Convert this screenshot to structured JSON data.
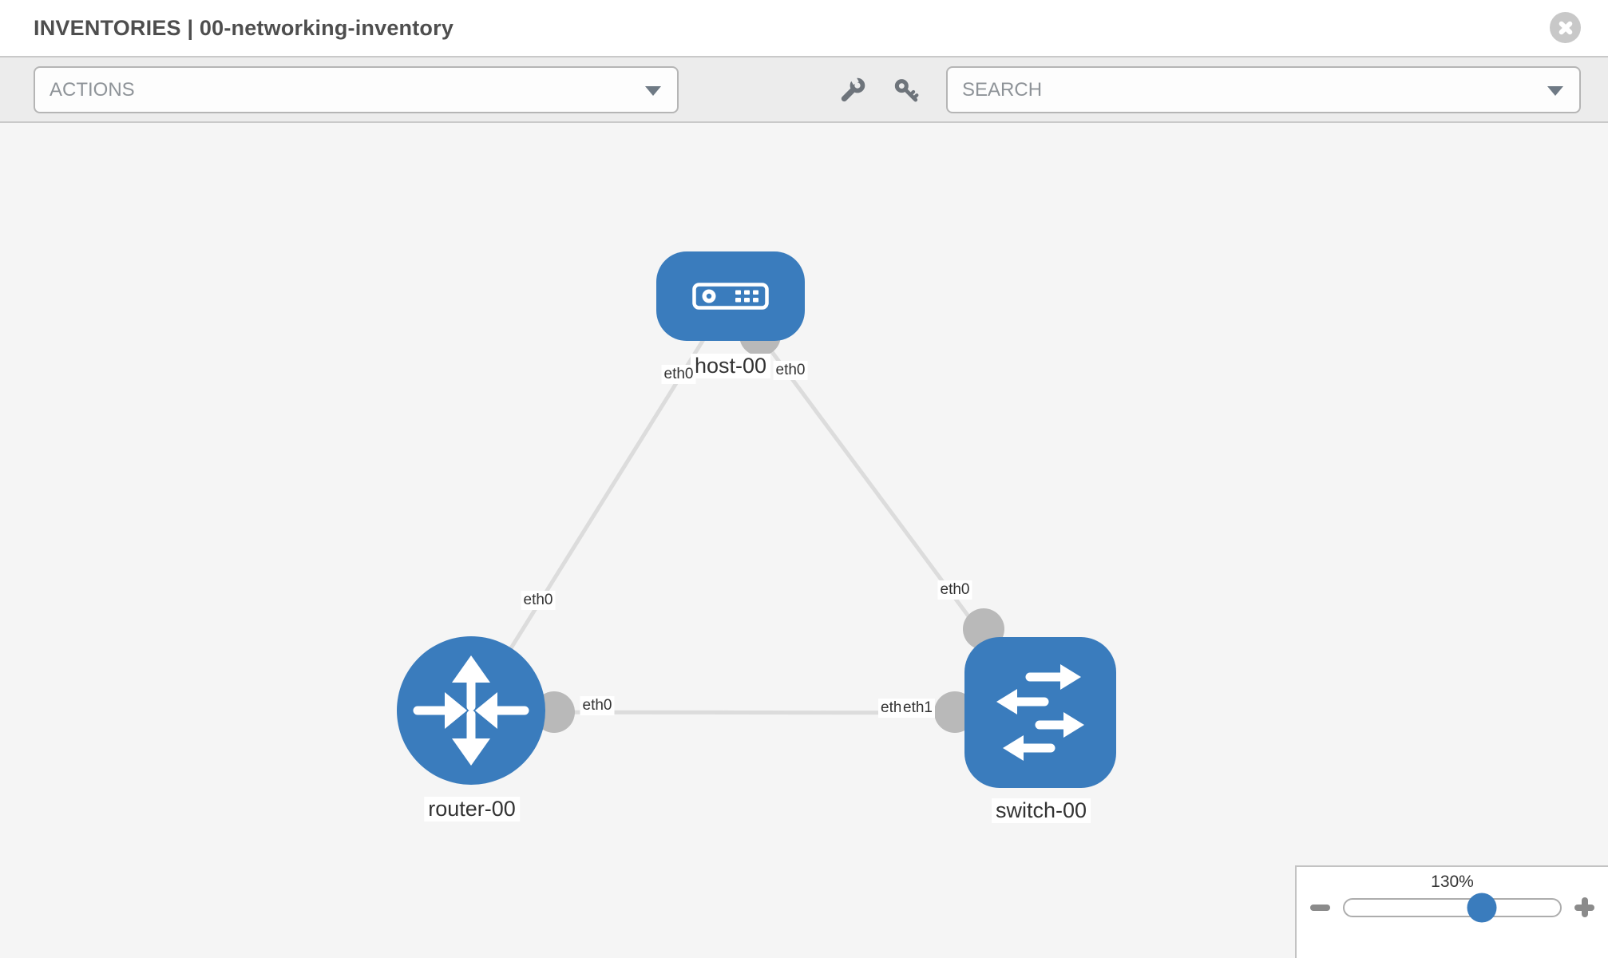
{
  "header": {
    "title": "INVENTORIES | 00-networking-inventory"
  },
  "toolbar": {
    "actions_label": "ACTIONS",
    "search_placeholder": "SEARCH"
  },
  "topology": {
    "nodes": [
      {
        "label": "host-00",
        "type": "host"
      },
      {
        "label": "router-00",
        "type": "router"
      },
      {
        "label": "switch-00",
        "type": "switch"
      }
    ],
    "links": [
      {
        "from": "host-00",
        "to": "router-00",
        "from_interface": "eth0",
        "to_interface": "eth0"
      },
      {
        "from": "host-00",
        "to": "switch-00",
        "from_interface": "eth0",
        "to_interface": "eth0"
      },
      {
        "from": "router-00",
        "to": "switch-00",
        "from_interface": "eth0",
        "to_interface": "eth1"
      }
    ],
    "interfaces": {
      "host_router_at_host": "eth0",
      "host_router_at_router": "eth0",
      "host_switch_at_host": "eth0",
      "host_switch_at_switch": "eth0",
      "router_switch_at_router": "eth0",
      "router_switch_at_switch_back": "eth0",
      "router_switch_at_switch_front": "eth1"
    }
  },
  "zoom_control": {
    "value": "130%"
  },
  "colors": {
    "node_blue": "#3a7cbd",
    "connector_gray": "#b9b9b9",
    "edge_gray": "#dcdcdc",
    "toolbar_bg": "#ececec",
    "canvas_bg": "#f5f5f5"
  }
}
